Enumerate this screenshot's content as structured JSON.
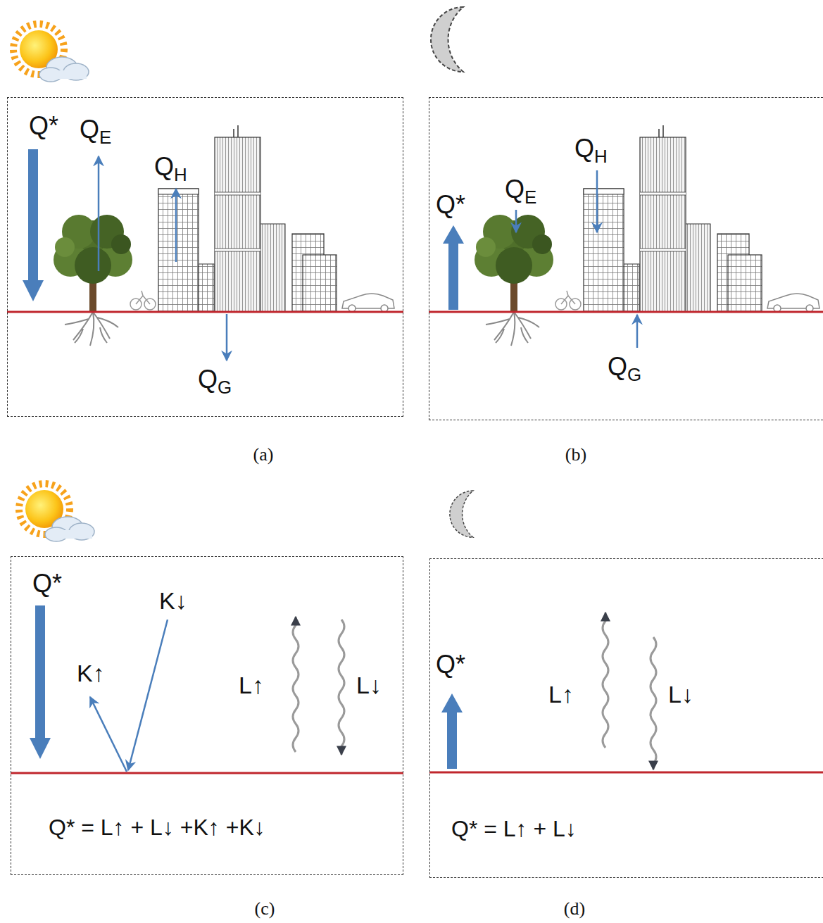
{
  "diagram": {
    "nodes": [
      {
        "text": [
          "Q*",
          "QE",
          "QH",
          "QG",
          "(a)"
        ]
      },
      {
        "text": [
          "Q*",
          "QE",
          "QH",
          "QG",
          "(b)"
        ]
      },
      {
        "text": [
          "Q*",
          "K↑",
          "K↓",
          "L↑",
          "L↓",
          "Q* = L↑ + L↓ +K↑ +K↓",
          "(c)"
        ]
      },
      {
        "text": [
          "Q*",
          "L↑",
          "L↓",
          "Q* = L↑ + L↓",
          "(d)"
        ]
      }
    ]
  }
}
